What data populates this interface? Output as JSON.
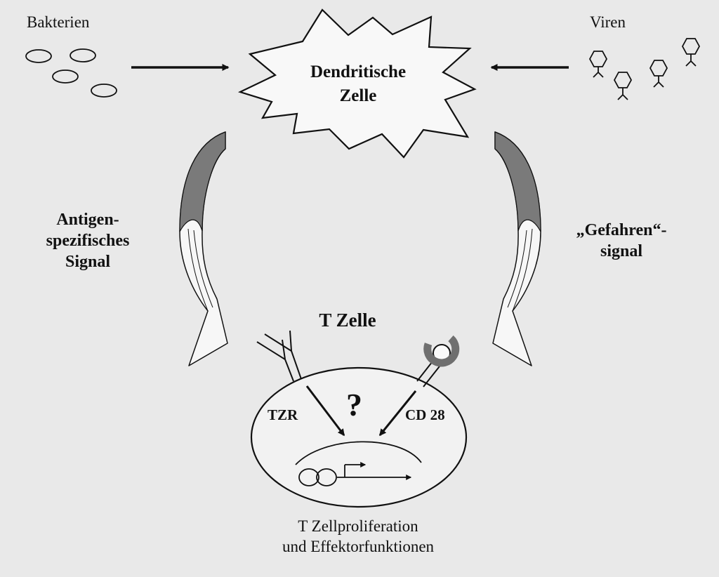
{
  "labels": {
    "bacteria": "Bakterien",
    "viruses": "Viren",
    "dendritic_cell": {
      "line1": "Dendritische",
      "line2": "Zelle"
    },
    "left_signal": {
      "line1": "Antigen-",
      "line2": "spezifisches",
      "line3": "Signal"
    },
    "right_signal": {
      "line1": "„Gefahren“-",
      "line2": "signal"
    },
    "t_cell": "T Zelle",
    "tcr": "TZR",
    "cd28": "CD 28",
    "question": "?",
    "outcome": {
      "line1": "T Zellproliferation",
      "line2": "und Effektorfunktionen"
    }
  },
  "colors": {
    "background": "#e9e9e9",
    "line": "#111111",
    "shaded": "#7a7a7a",
    "receptor_ring": "#6f6f6f",
    "cell_fill": "#f2f2f2"
  }
}
